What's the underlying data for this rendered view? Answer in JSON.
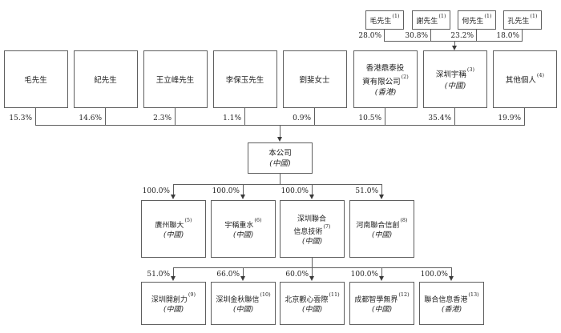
{
  "palette": {
    "line_color": "#5f5f5f",
    "text_color": "#1f1f1f",
    "background": "#ffffff"
  },
  "tier1": {
    "nodes": [
      {
        "l1": "毛先生",
        "s1": "(1)",
        "pct": "28.0%"
      },
      {
        "l1": "謝先生",
        "s1": "(1)",
        "pct": "30.8%"
      },
      {
        "l1": "何先生",
        "s1": "(1)",
        "pct": "23.2%"
      },
      {
        "l1": "孔先生",
        "s1": "(1)",
        "pct": "18.0%"
      }
    ]
  },
  "tier2": {
    "nodes": [
      {
        "l1": "毛先生",
        "pct": "15.3%"
      },
      {
        "l1": "紀先生",
        "pct": "14.6%"
      },
      {
        "l1": "王立峰先生",
        "pct": "2.3%"
      },
      {
        "l1": "李保玉先生",
        "pct": "1.1%"
      },
      {
        "l1": "劉斐女士",
        "pct": "0.9%"
      },
      {
        "l1": "香港鼎泰投",
        "l2": "資有限公司",
        "s2": "(2)",
        "c": "(香港)",
        "pct": "10.5%"
      },
      {
        "l1": "深圳宇稱",
        "s1": "(3)",
        "c": "(中國)",
        "pct": "35.4%"
      },
      {
        "l1": "其他個人",
        "s1": "(4)",
        "pct": "19.9%"
      }
    ]
  },
  "company": {
    "l1": "本公司",
    "c": "(中國)"
  },
  "tier3": {
    "nodes": [
      {
        "l1": "廣州聯大",
        "s1": "(5)",
        "c": "(中國)",
        "pct": "100.0%"
      },
      {
        "l1": "宇稱重水",
        "s1": "(6)",
        "c": "(中國)",
        "pct": "100.0%"
      },
      {
        "l1": "深圳聯合",
        "l2": "信息技術",
        "s2": "(7)",
        "c": "(中國)",
        "pct": "100.0%"
      },
      {
        "l1": "河南聯合信創",
        "s1": "(8)",
        "c": "(中國)",
        "pct": "51.0%"
      }
    ]
  },
  "tier4": {
    "nodes": [
      {
        "l1": "深圳開創力",
        "s1": "(9)",
        "c": "(中國)",
        "pct": "51.0%"
      },
      {
        "l1": "深圳金秋聯信",
        "s1": "(10)",
        "c": "(中國)",
        "pct": "66.0%"
      },
      {
        "l1": "北京觀心雲際",
        "s1": "(11)",
        "c": "(中國)",
        "pct": "60.0%"
      },
      {
        "l1": "成都智學無界",
        "s1": "(12)",
        "c": "(中國)",
        "pct": "100.0%"
      },
      {
        "l1": "聯合信息香港",
        "s1": "(13)",
        "c": "(香港)",
        "pct": "100.0%"
      }
    ]
  }
}
